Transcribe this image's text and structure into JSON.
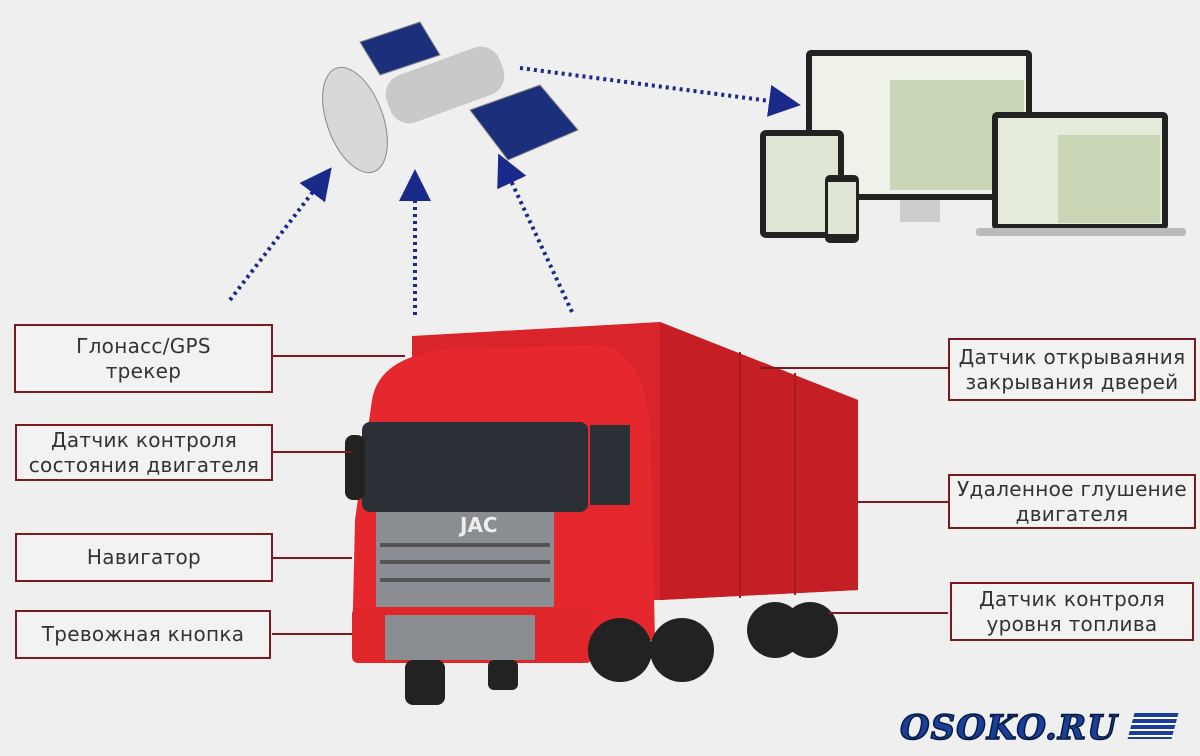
{
  "labels_left": [
    {
      "line1": "Глонасс/GPS",
      "line2": "трекер"
    },
    {
      "line1": "Датчик контроля",
      "line2": "состояния двигателя"
    },
    {
      "line1": "Навигатор",
      "line2": ""
    },
    {
      "line1": "Тревожная кнопка",
      "line2": ""
    }
  ],
  "labels_right": [
    {
      "line1": "Датчик открываяния",
      "line2": "закрывания дверей"
    },
    {
      "line1": "Удаленное глушение",
      "line2": "двигателя"
    },
    {
      "line1": "Датчик контроля",
      "line2": "уровня топлива"
    }
  ],
  "truck_brand": "JAC",
  "watermark": "OSOKO.RU",
  "colors": {
    "box_border": "#7a1a1f",
    "truck_red": "#e0262b",
    "arrow_blue": "#1a2a8a"
  }
}
